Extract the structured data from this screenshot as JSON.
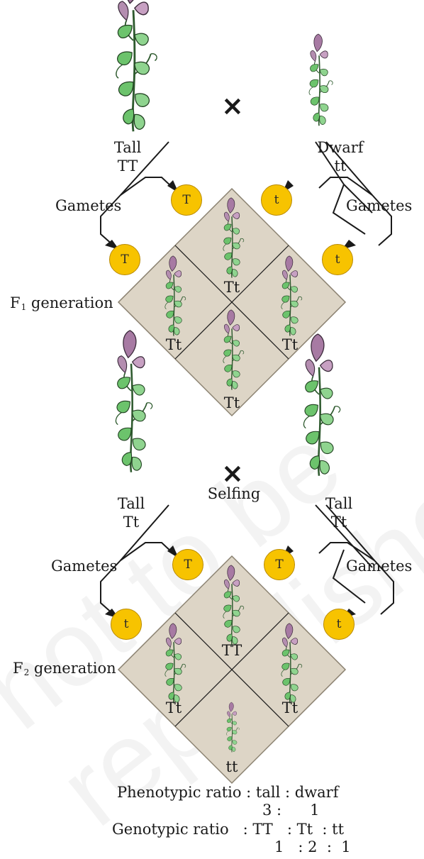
{
  "colors": {
    "punnett_fill": "#ddd5c6",
    "punnett_stroke": "#8a8170",
    "gamete_fill": "#f7c300",
    "leaf_fill": "#6cc36c",
    "flower_fill": "#a77aa3"
  },
  "watermark": "not to be republished",
  "parents_p1": {
    "left": {
      "phenotype": "Tall",
      "genotype": "TT"
    },
    "right": {
      "phenotype": "Dwarf",
      "genotype": "tt"
    },
    "cross_symbol": "×"
  },
  "gametes_p1": {
    "label_left": "Gametes",
    "label_right": "Gametes",
    "top_left": "T",
    "bottom_left": "T",
    "top_right": "t",
    "bottom_right": "t"
  },
  "f1": {
    "label_prefix": "F",
    "label_sub": "1",
    "label_suffix": "generation",
    "cells": {
      "top": "Tt",
      "left": "Tt",
      "right": "Tt",
      "bottom": "Tt"
    }
  },
  "parents_p2": {
    "left": {
      "phenotype": "Tall",
      "genotype": "Tt"
    },
    "right": {
      "phenotype": "Tall",
      "genotype": "Tt"
    },
    "cross_symbol": "×",
    "cross_label": "Selfing"
  },
  "gametes_p2": {
    "label_left": "Gametes",
    "label_right": "Gametes",
    "top_left": "T",
    "bottom_left": "t",
    "top_right": "T",
    "bottom_right": "t"
  },
  "f2": {
    "label_prefix": "F",
    "label_sub": "2",
    "label_suffix": "generation",
    "cells": {
      "top": "TT",
      "left": "Tt",
      "right": "Tt",
      "bottom": "tt"
    }
  },
  "ratios": {
    "phenotypic_label": "Phenotypic ratio : tall : dwarf",
    "phenotypic_values": "3 :      1",
    "genotypic_label": "Genotypic ratio   : TT   : Tt  : tt",
    "genotypic_values": "1   : 2  :  1"
  }
}
